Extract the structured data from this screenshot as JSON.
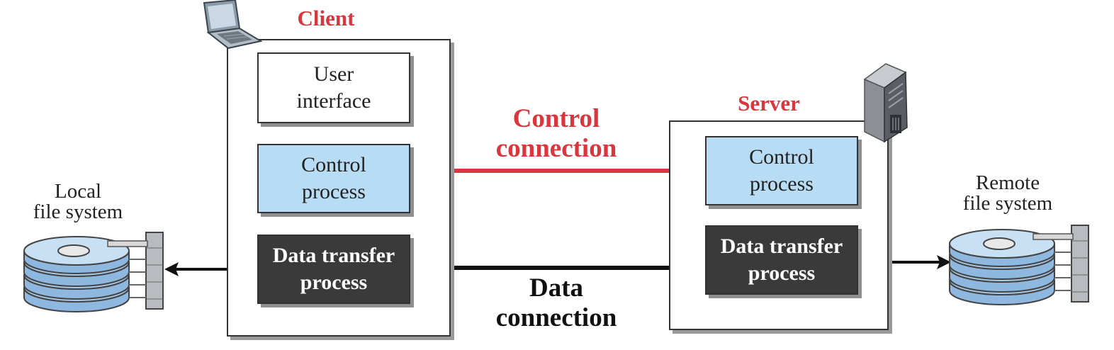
{
  "client": {
    "title": "Client",
    "user_interface": "User\ninterface",
    "control_process": "Control\nprocess",
    "data_transfer_process": "Data transfer\nprocess"
  },
  "server": {
    "title": "Server",
    "control_process": "Control\nprocess",
    "data_transfer_process": "Data transfer\nprocess"
  },
  "connections": {
    "control": "Control\nconnection",
    "data": "Data\nconnection"
  },
  "file_systems": {
    "local": "Local\nfile system",
    "remote": "Remote\nfile system"
  },
  "colors": {
    "accent_red": "#d9363e",
    "process_blue": "#b8dcf3",
    "process_dark": "#3a3a3a",
    "disk_blue": "#a9cbea"
  },
  "icons": [
    "laptop-icon",
    "server-tower-icon",
    "disk-stack-icon"
  ]
}
